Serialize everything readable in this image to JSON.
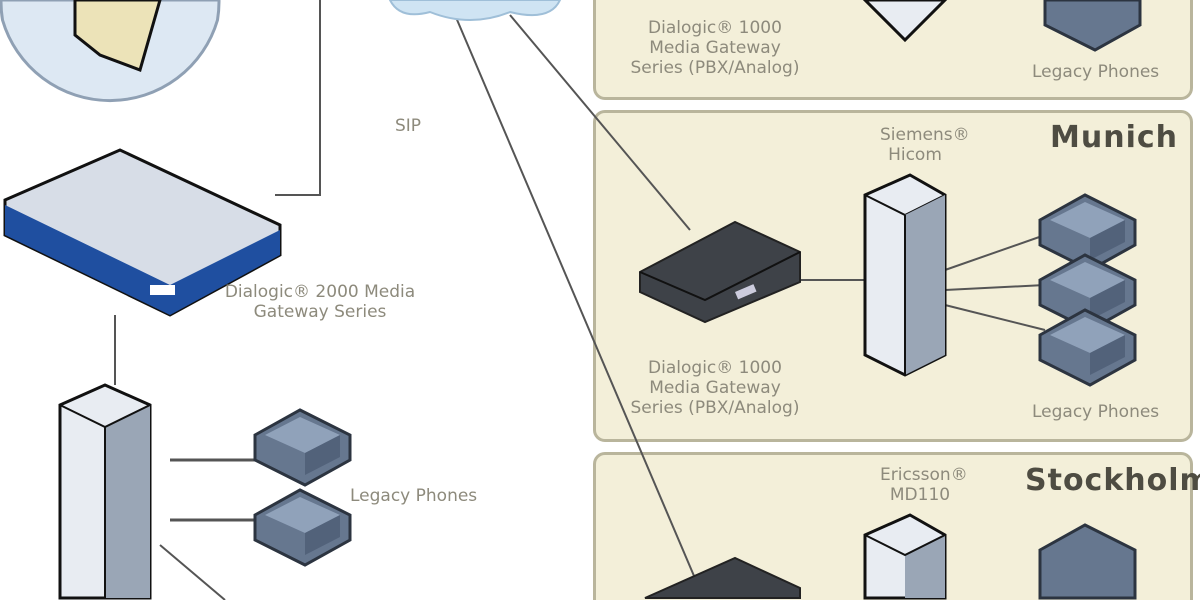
{
  "sip_label": "SIP",
  "hq": {
    "gateway_label": "Dialogic® 2000 Media Gateway Series",
    "phones_label": "Legacy Phones"
  },
  "sites": [
    {
      "name": "",
      "gateway_label": "Dialogic® 1000 Media Gateway Series (PBX/Analog)",
      "phones_label": "Legacy Phones"
    },
    {
      "name": "Munich",
      "pbx_label": "Siemens® Hicom",
      "gateway_label": "Dialogic® 1000 Media Gateway Series (PBX/Analog)",
      "phones_label": "Legacy Phones"
    },
    {
      "name": "Stockholm",
      "pbx_label": "Ericsson® MD110"
    }
  ],
  "colors": {
    "panel": "#f3efd9",
    "panel_border": "#b9b59c",
    "cloud": "#cfe4f3",
    "gateway_blue": "#1f4fa0"
  }
}
